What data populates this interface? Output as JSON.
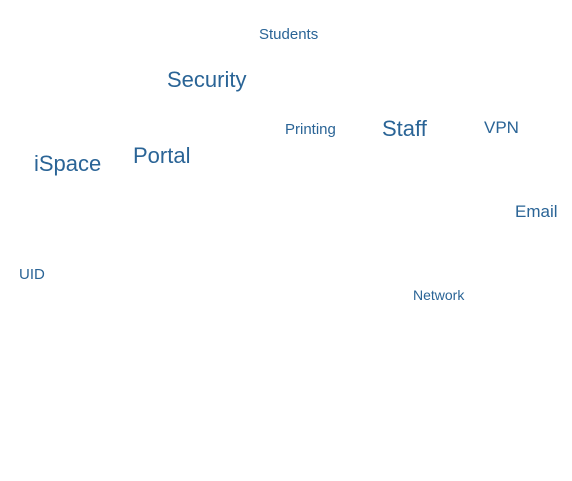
{
  "theme": {
    "text_color": "#2a6496",
    "background": "#ffffff"
  },
  "tags": {
    "students": "Students",
    "security": "Security",
    "printing": "Printing",
    "staff": "Staff",
    "vpn": "VPN",
    "ispace": "iSpace",
    "portal": "Portal",
    "email": "Email",
    "uid": "UID",
    "network": "Network"
  }
}
